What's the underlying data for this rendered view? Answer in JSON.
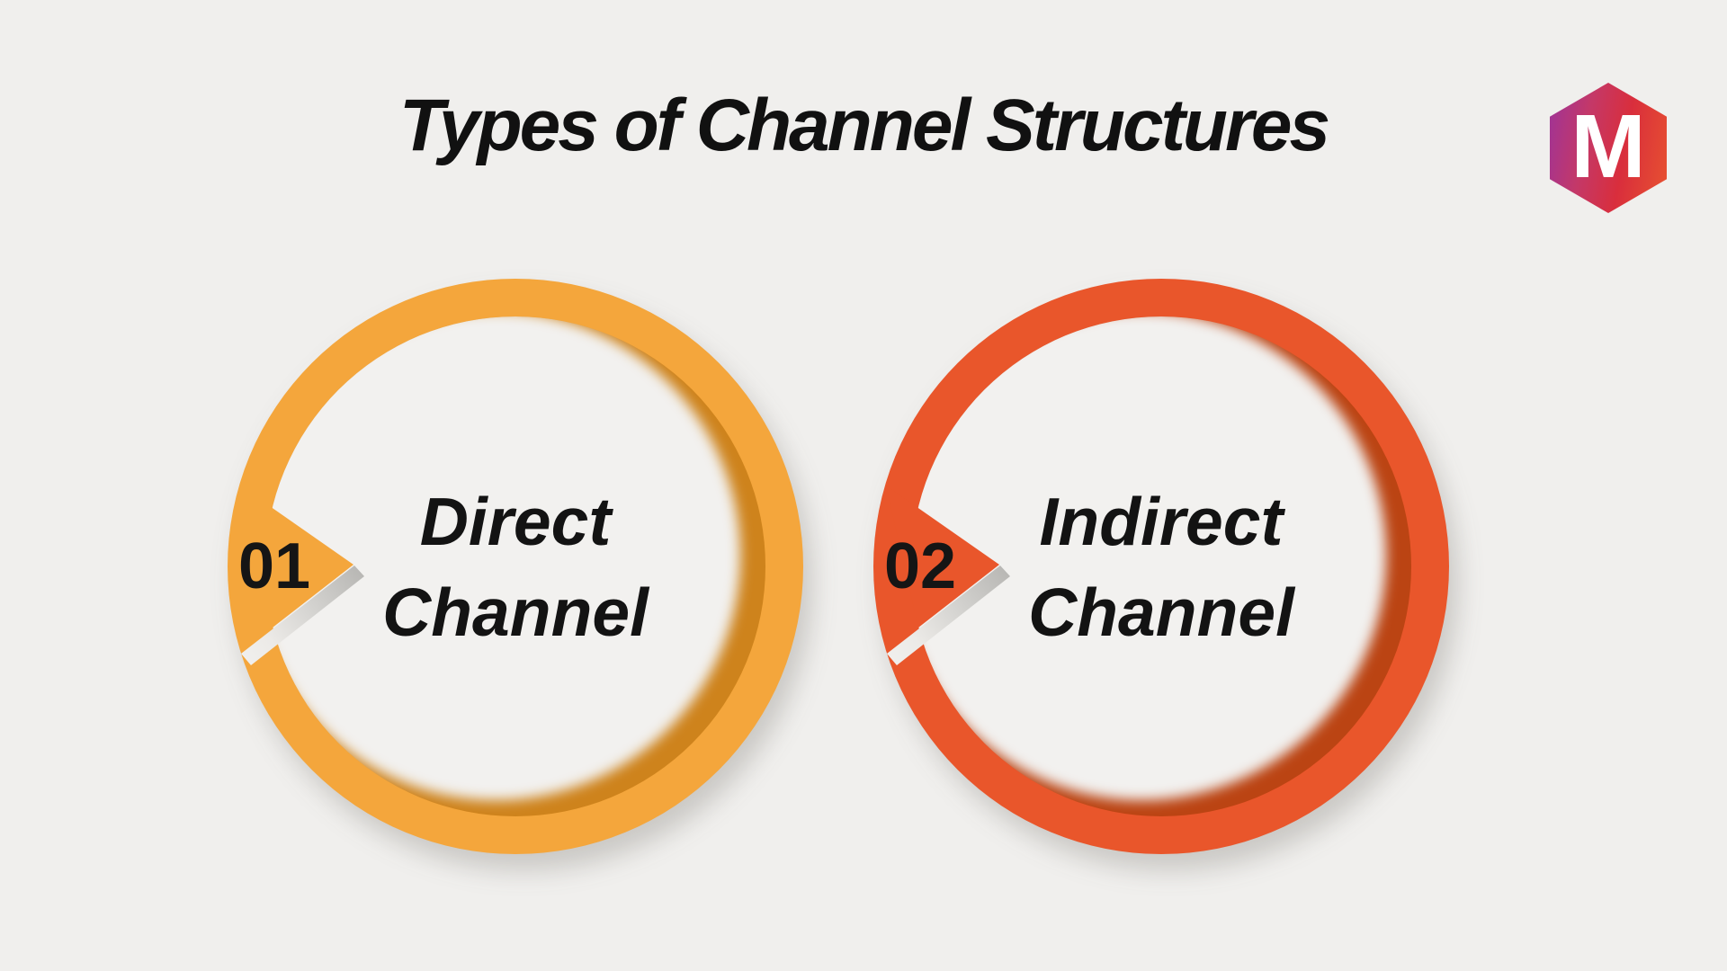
{
  "title": "Types of Channel Structures",
  "logo": {
    "letter": "M"
  },
  "colors": {
    "background": "#F0EFED",
    "title_text": "#111111",
    "label_text": "#131313",
    "number_text": "#151515",
    "item1_main": "#F4A63C",
    "item1_dark": "#CE831C",
    "item2_main": "#E9562B",
    "item2_dark": "#BB4413",
    "inner_fill": "#F2F1EF",
    "logo_gradient_start": "#9D3399",
    "logo_gradient_mid1": "#C43868",
    "logo_gradient_mid2": "#D92E3C",
    "logo_gradient_end": "#E85330",
    "logo_letter_color": "#FFFFFF"
  },
  "items": [
    {
      "number": "01",
      "line1": "Direct",
      "line2": "Channel"
    },
    {
      "number": "02",
      "line1": "Indirect",
      "line2": "Channel"
    }
  ]
}
